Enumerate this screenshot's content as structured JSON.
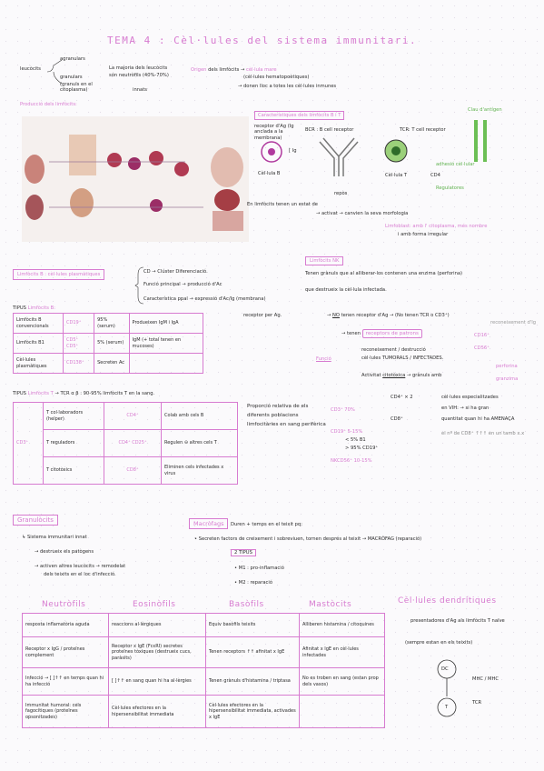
{
  "title": "TEMA 4 : Cèl·lules del sistema immunitari.",
  "leucocits": {
    "label": "leucòcits",
    "agranulars": "agranulars",
    "granulars": "granulars",
    "granulars_note": "(granuls en el citoplasma)",
    "note1": "La majoria dels leucòcits",
    "note2": "són neutròfils (40%-70%)",
    "note3": "innats"
  },
  "origen": {
    "label": "Origen",
    "text": "dels limfòcits",
    "cell": "cèl·lula mare",
    "cell_note": "(cèl·lules hematopoètiques)",
    "result": "donen lloc a totes les cèl·lules inmunes"
  },
  "produccio": "Producció dels limfòcits:",
  "bt": {
    "heading": "Característiques dels limfòcits B i T",
    "receptor_note": "receptor d'Ag (Ig anclada a la membrana)",
    "bcr": "BCR : B cell receptor",
    "ig": "[ Ig",
    "cell_b": "Cèl·lula B",
    "tcr": "TCR: T cell receptor",
    "cd": "Clau d'antígen",
    "cell_t": "Cèl·lula T",
    "cd4": "CD4",
    "adhesion": "adhesió cèl·lular",
    "reg": "Regulatores",
    "ek1": "En limfòcits tenen un estat de",
    "repos": "repòs",
    "activat": "activat",
    "canvia": "canvien la seva morfologia",
    "blast1": "Limfoblast: amb l' citoplasma, més nombre",
    "blast2": "i amb forma irregular"
  },
  "limB": {
    "label": "Limfòcits B : cèl·lules plasmàtiques",
    "l1": "CD → Clúster Diferenciació.",
    "l2": "Funció principal → producció d'Ac",
    "l3": "Característica ppal → expressió d'Ac/Ig (membrana)",
    "l4": "receptor per Ag.",
    "tipus": "TIPUS",
    "tipus_label": "Limfòcits B:",
    "rows": [
      [
        "Limfòcits B convencionals",
        "CD19⁺",
        "95% (serum)",
        "Produeixen IgM i IgA"
      ],
      [
        "Limfòcits B1",
        "CD5⁺ CD5⁺",
        "5% (serum)",
        "IgM (+ total tenen en mucoses)"
      ],
      [
        "Cèl·lules plasmàtiques",
        "CD138⁺",
        "Secreten Ac",
        ""
      ]
    ]
  },
  "limT": {
    "tipus": "TIPUS",
    "label": "Limfòcits T",
    "text": "→ TCR α β : 90-95% limfòcits T en la sang.",
    "rowhead": "CD3⁺",
    "rows": [
      [
        "T col·laboradors (helper)",
        "CD4⁺",
        "Colab amb cels B"
      ],
      [
        "T reguladors",
        "CD4⁺ CD25⁺",
        "Regulen ⊖ altres cels T"
      ],
      [
        "T citotòxics",
        "CD8⁺",
        "Eliminen cels infectades x virus"
      ]
    ]
  },
  "nk": {
    "label": "Limfòcits NK",
    "l1": "Tenen grànuls que al alliberar-los contenen una enzima (perforina)",
    "l2": "que destrueix la cèl·lula infectada.",
    "no": "NO",
    "l3": "tenen receptor d'Ag → (No tenen TCR o CD3⁺)",
    "l4": "tenen",
    "patrons": "receptors de patrons",
    "cd16": "CD16⁺",
    "cd56": "CD56⁺",
    "recon": "reconeixement d'Ig",
    "funcio": "Funció",
    "f1": "reconeixement / destrucció",
    "f2": "cèl·lules TUMORALS / INFECTADES.",
    "act": "Activitat",
    "cito": "citotòxica",
    "gran": "→ grànuls amb",
    "perf": "perforina",
    "granz": "granzima"
  },
  "prop": {
    "title": "Proporció relativa de els diferents poblacions limfocitàries en sang perifèrica",
    "cd3": "CD3⁺ 70%",
    "cd4": "CD4⁺ × 2",
    "cd8": "CD8⁺",
    "cd19": "CD19⁺ 5-15%",
    "cd19a": "< 5% B1",
    "cd19b": "> 95% CD19⁺",
    "nk": "NKCD56⁺ 10-15%",
    "esp1": "cèl·lules especialitzades",
    "esp2": "en VIH: → si ha gran",
    "esp3": "quantitat quan hi ha AMENAÇA",
    "esp4": "el nº de CD8⁺ ↑↑↑ en un tamb x.x"
  },
  "granulocits": {
    "label": "Granulòcits",
    "l1": "Sistema immunitari innat",
    "l2": "destrueix els patògens",
    "l3": "activen altres leucòcits → remodelat",
    "l4": "dels teixits en el loc d'infecció."
  },
  "macro": {
    "label": "Macròfags",
    "t1": "Duren + temps en el teixit pq:",
    "t2": "Secreten factors de creixement i sobreviuen, tornen després al teixit → MACRÒFAG (reparació)",
    "tipus": "2 TIPUS",
    "m1": "M1 : pro-inflamació",
    "m2": "M2 : reparació"
  },
  "cols": {
    "headers": [
      "Neutròfils",
      "Eosinòfils",
      "Basòfils",
      "Mastòcits",
      "Cèl·lules dendrítiques"
    ],
    "neu": [
      "resposta inflamatòria aguda",
      "Receptor x IgG / proteïnes complement",
      "Infecció → [ ]↑↑ en temps quan hi ha infecció",
      "Immunitat humoral: cels fagocítiques (proteïnes opsonitzades)"
    ],
    "eos": [
      "reaccions al·lèrgiques",
      "Receptor x IgE (FcεRI) secretes proteïnes tòxiques (destrueix cucs, paràsits)",
      "[ ]↑↑ en sang quan hi ha al·lèrgies",
      "Cèl·lules efectores en la hipersensibilitat immediata"
    ],
    "bas": [
      "Equiv basòfils teixits",
      "Tenen receptors ↑↑ afinitat x IgE",
      "Tenen grànuls d'histamina / triptasa",
      "Cèl·lules efectores en la hipersensibilitat immediata, activades x IgE"
    ],
    "mas": [
      "Alliberen histamina / citoquines",
      "Afinitat x IgE en cèl·lules infectades",
      "No es troben en sang (estan prop dels vasos)"
    ],
    "dc1": "presentadores d'Ag als limfòcits T naïve",
    "dc2": "(sempre estan en els teixits)",
    "dc": "DC",
    "mhc": "MHC / MHC",
    "t": "T",
    "tcr": "TCR"
  }
}
